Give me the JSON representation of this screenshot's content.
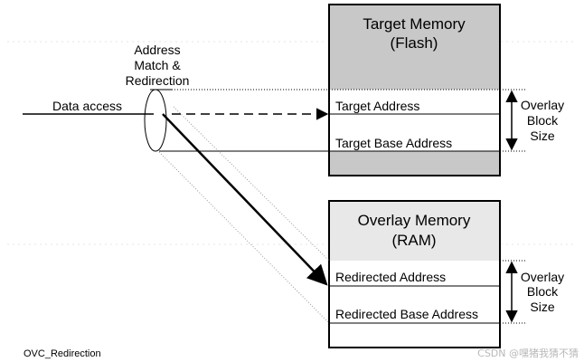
{
  "redirection_label": [
    "Address",
    "Match &",
    "Redirection"
  ],
  "data_access_label": "Data access",
  "target_memory": {
    "title": [
      "Target Memory",
      "(Flash)"
    ],
    "address_label": "Target Address",
    "base_address_label": "Target Base Address",
    "header_fill": "#c8c8c8"
  },
  "overlay_memory": {
    "title": [
      "Overlay Memory",
      "(RAM)"
    ],
    "address_label": "Redirected Address",
    "base_address_label": "Redirected Base Address",
    "header_fill": "#e8e8e8"
  },
  "overlay_block_size_label": [
    "Overlay",
    "Block",
    "Size"
  ],
  "figure_id": "OVC_Redirection",
  "watermark": "CSDN @嘿猪我猜不猜"
}
